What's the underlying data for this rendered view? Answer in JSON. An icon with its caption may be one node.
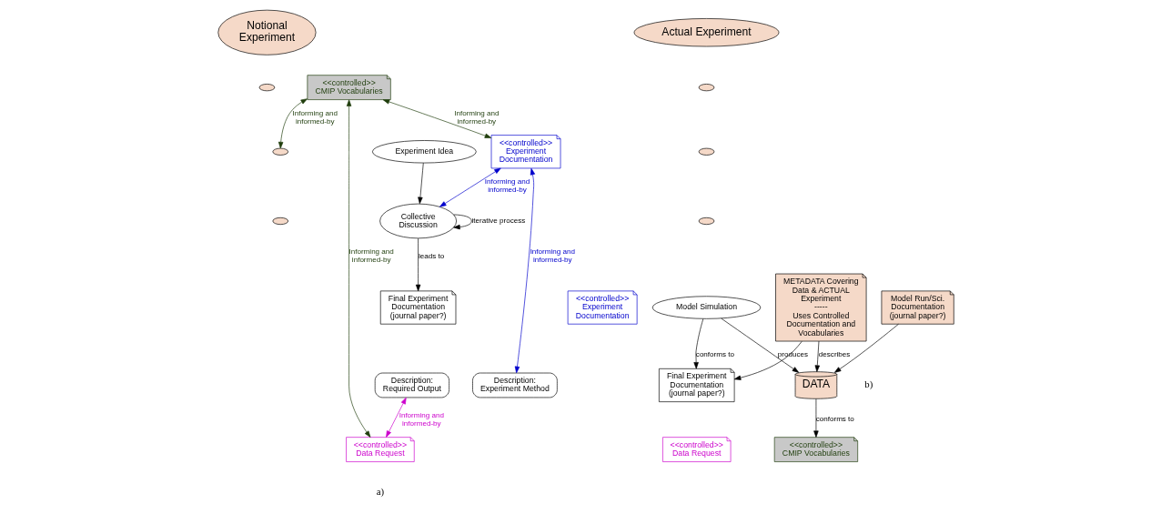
{
  "diagram": {
    "nodes": [
      {
        "text": [
          "Notional Experiment"
        ]
      },
      {
        "text": [],
        "shape": "ellipse"
      },
      {
        "text": [],
        "shape": "ellipse"
      },
      {
        "text": [],
        "shape": "ellipse"
      },
      {
        "text": [
          "Experiment Idea"
        ]
      },
      {
        "text": [
          "Collective Discussion"
        ]
      },
      {
        "text": [
          "Final Experiment Documentation (journal paper?)"
        ]
      },
      {
        "text": [
          "Description: Required Output"
        ]
      },
      {
        "text": [
          "Description: Experiment Method"
        ]
      },
      {
        "text": [
          "<<controlled>> Experiment Documentation"
        ]
      },
      {
        "text": [
          "<<controlled>> Data Request"
        ]
      },
      {
        "text": [
          "<<controlled>> CMIP Vocabularies"
        ]
      },
      {
        "text": [
          "Actual Experiment"
        ]
      },
      {
        "text": [],
        "shape": "ellipse"
      },
      {
        "text": [],
        "shape": "ellipse"
      },
      {
        "text": [],
        "shape": "ellipse"
      },
      {
        "text": [
          "<<controlled>> Experiment Documentation"
        ]
      },
      {
        "text": [
          "Final Experiment Documentation (journal paper?)"
        ]
      },
      {
        "text": [
          "<<controlled>> Data Request"
        ]
      },
      {
        "text": [
          "Model Simulation"
        ]
      },
      {
        "text": [
          "DATA"
        ]
      },
      {
        "text": [
          "<<controlled>> CMIP Vocabularies"
        ]
      },
      {
        "text": [
          "METADATA Covering Data & ACTUAL Experiment",
          "-----",
          "Uses Controlled Documentation and Vocabularies"
        ]
      },
      {
        "text": [
          "Model Run/Sci. Documentation (journal paper?)"
        ]
      }
    ],
    "edges": [
      {
        "from": 4,
        "to": 5,
        "arrow": "to"
      },
      {
        "from": 5,
        "to": 5,
        "arrow": "to",
        "label": "iterative process"
      },
      {
        "from": 5,
        "to": 6,
        "arrow": "to",
        "label": "leads to"
      },
      {
        "from": 9,
        "to": 5,
        "arrow": "both",
        "label": "Informing and informed-by",
        "color": "#0000cc"
      },
      {
        "from": 9,
        "to": 8,
        "arrow": "both",
        "label": "Informing and informed-by",
        "color": "#0000cc"
      },
      {
        "from": 7,
        "to": 10,
        "arrow": "both",
        "label": "Informing and informed-by",
        "color": "#cc00cc"
      },
      {
        "from": 11,
        "to": 2,
        "arrow": "both",
        "label": "Informing and informed-by",
        "color": "#1f3d0c"
      },
      {
        "from": 11,
        "to": 9,
        "arrow": "both",
        "label": "Informing and informed-by",
        "color": "#1f3d0c"
      },
      {
        "from": 10,
        "to": 11,
        "arrow": "both",
        "label": "Informing and informed-by",
        "color": "#1f3d0c"
      },
      {
        "from": 19,
        "to": 17,
        "arrow": "to",
        "label": "conforms to"
      },
      {
        "from": 22,
        "to": 17,
        "arrow": "to"
      },
      {
        "from": 19,
        "to": 20,
        "arrow": "to",
        "label": "produces"
      },
      {
        "from": 20,
        "to": 21,
        "arrow": "to",
        "label": "conforms to"
      },
      {
        "from": 22,
        "to": 20,
        "arrow": "to",
        "label": "describes"
      },
      {
        "from": 23,
        "to": 20,
        "arrow": "to"
      }
    ],
    "labels": [
      "a)",
      "b)"
    ]
  }
}
